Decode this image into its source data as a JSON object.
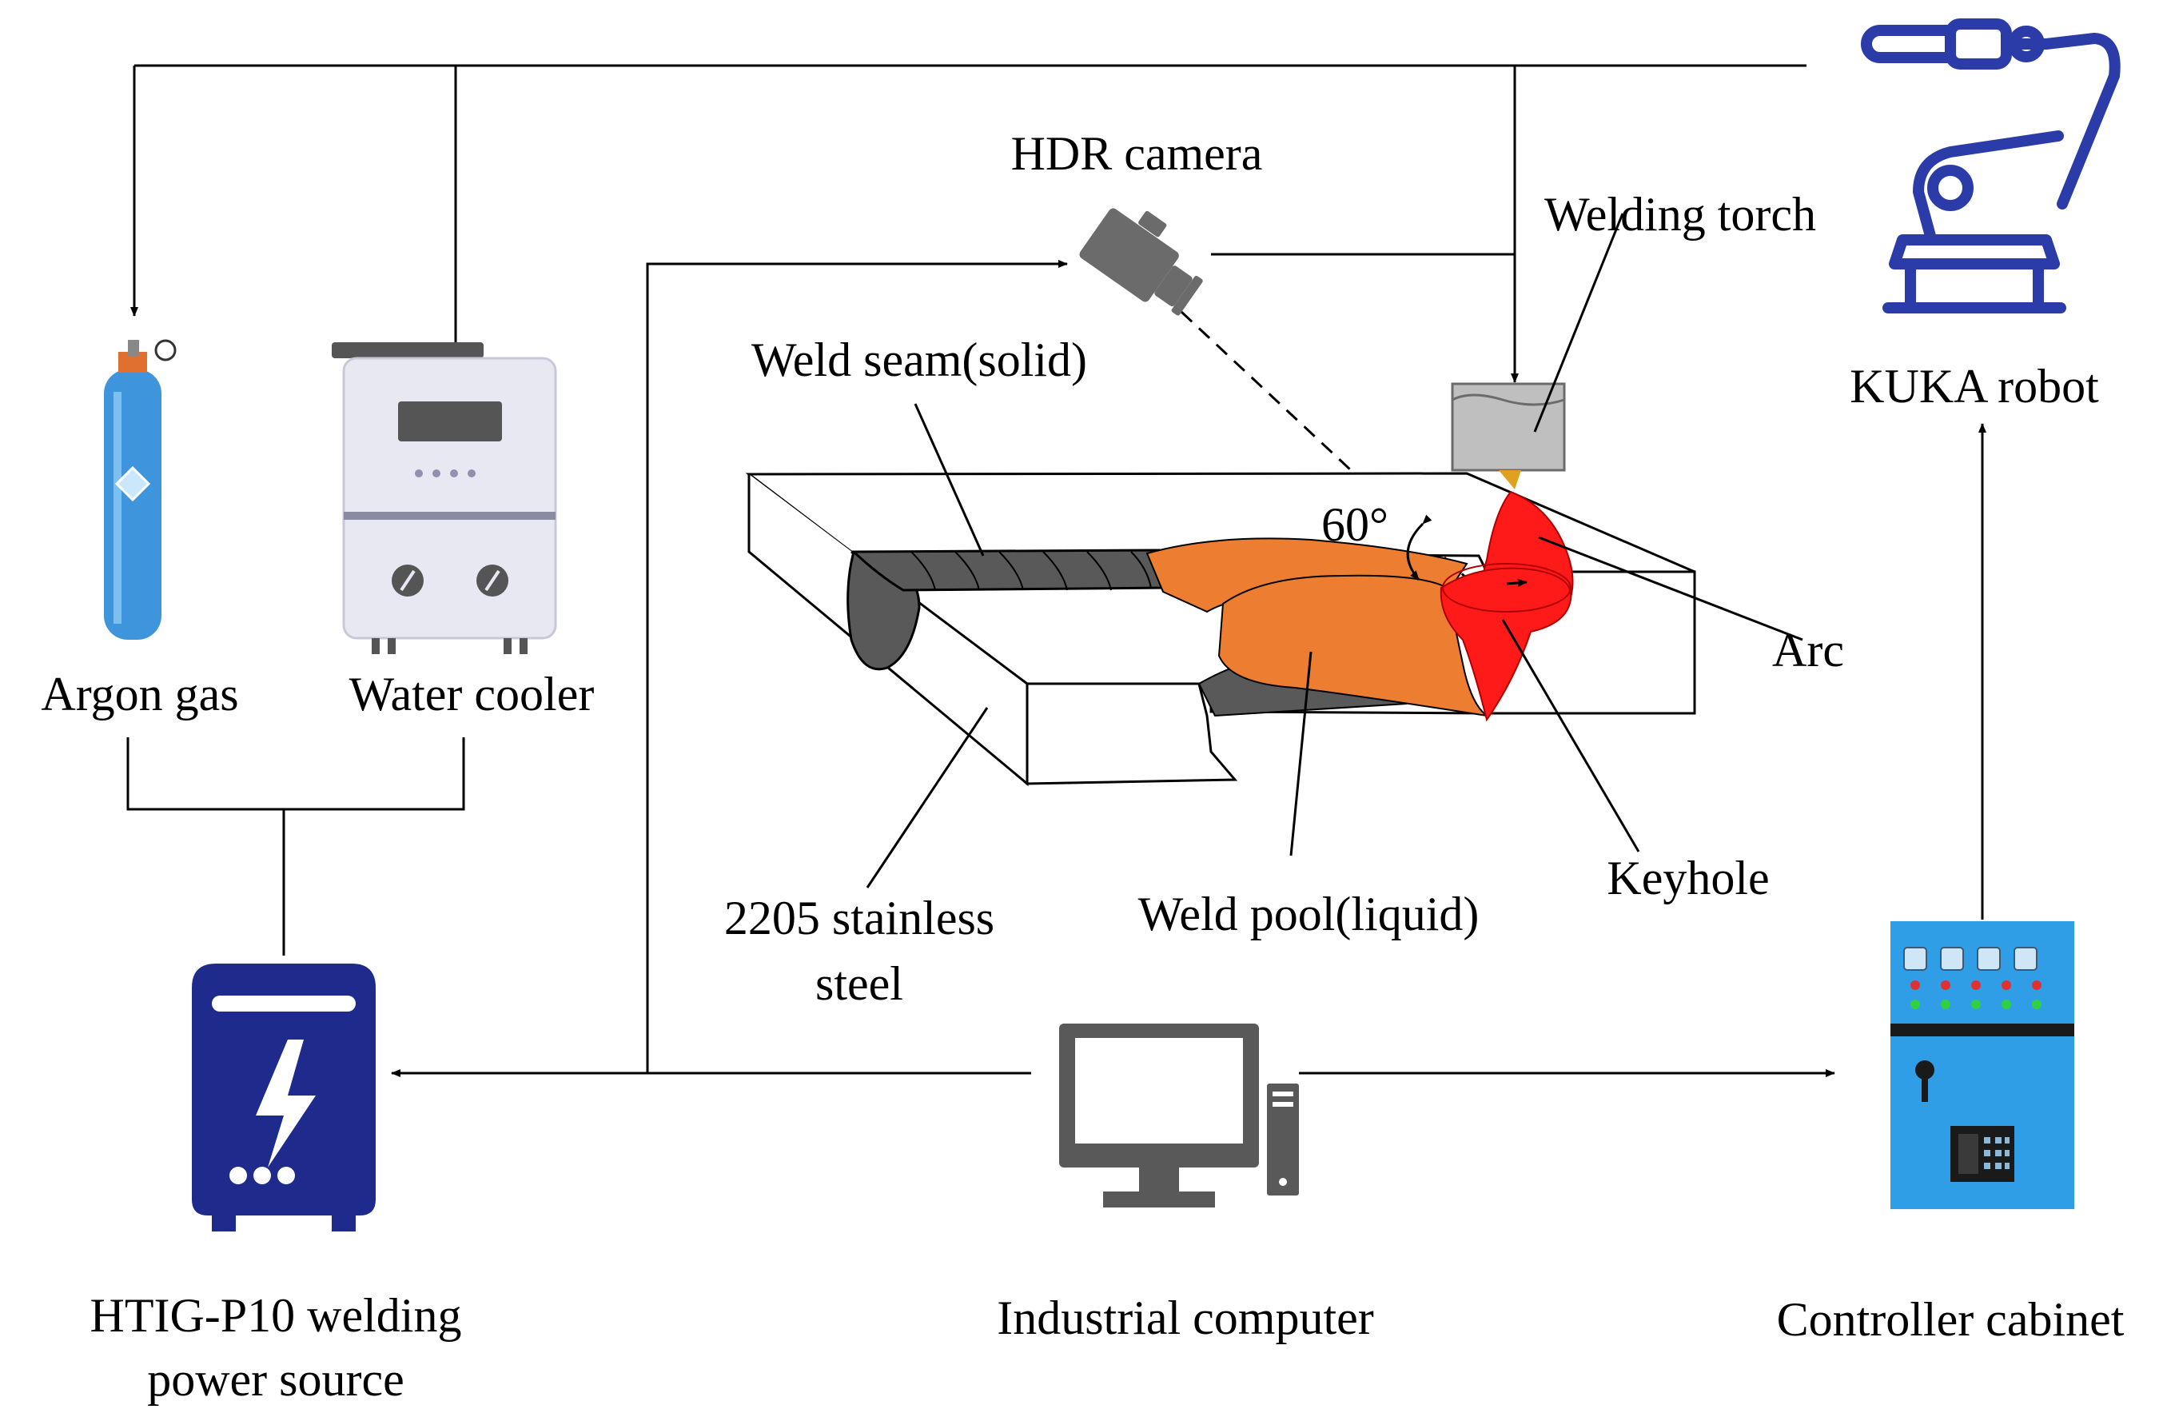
{
  "labels": {
    "hdr_camera": "HDR camera",
    "welding_torch": "Welding torch",
    "kuka_robot": "KUKA robot",
    "weld_seam": "Weld seam(solid)",
    "angle": "60°",
    "arc": "Arc",
    "keyhole": "Keyhole",
    "weld_pool": "Weld pool(liquid)",
    "steel_line1": "2205 stainless",
    "steel_line2": "steel",
    "argon_gas": "Argon gas",
    "water_cooler": "Water cooler",
    "power_line1": "HTIG-P10 welding",
    "power_line2": "power source",
    "industrial_computer": "Industrial computer",
    "controller_cabinet": "Controller cabinet"
  },
  "colors": {
    "robot": "#2b3ca8",
    "power_source": "#1e2a8c",
    "cylinder": "#3f95db",
    "cooler_body": "#e8e8f2",
    "cabinet": "#2f9ee6",
    "computer": "#595959",
    "camera": "#6b6b6b",
    "torch": "#bfbfbf",
    "weld_pool": "#ed7d31",
    "keyhole_arc": "#ff1a1a",
    "weld_seam": "#595959"
  }
}
